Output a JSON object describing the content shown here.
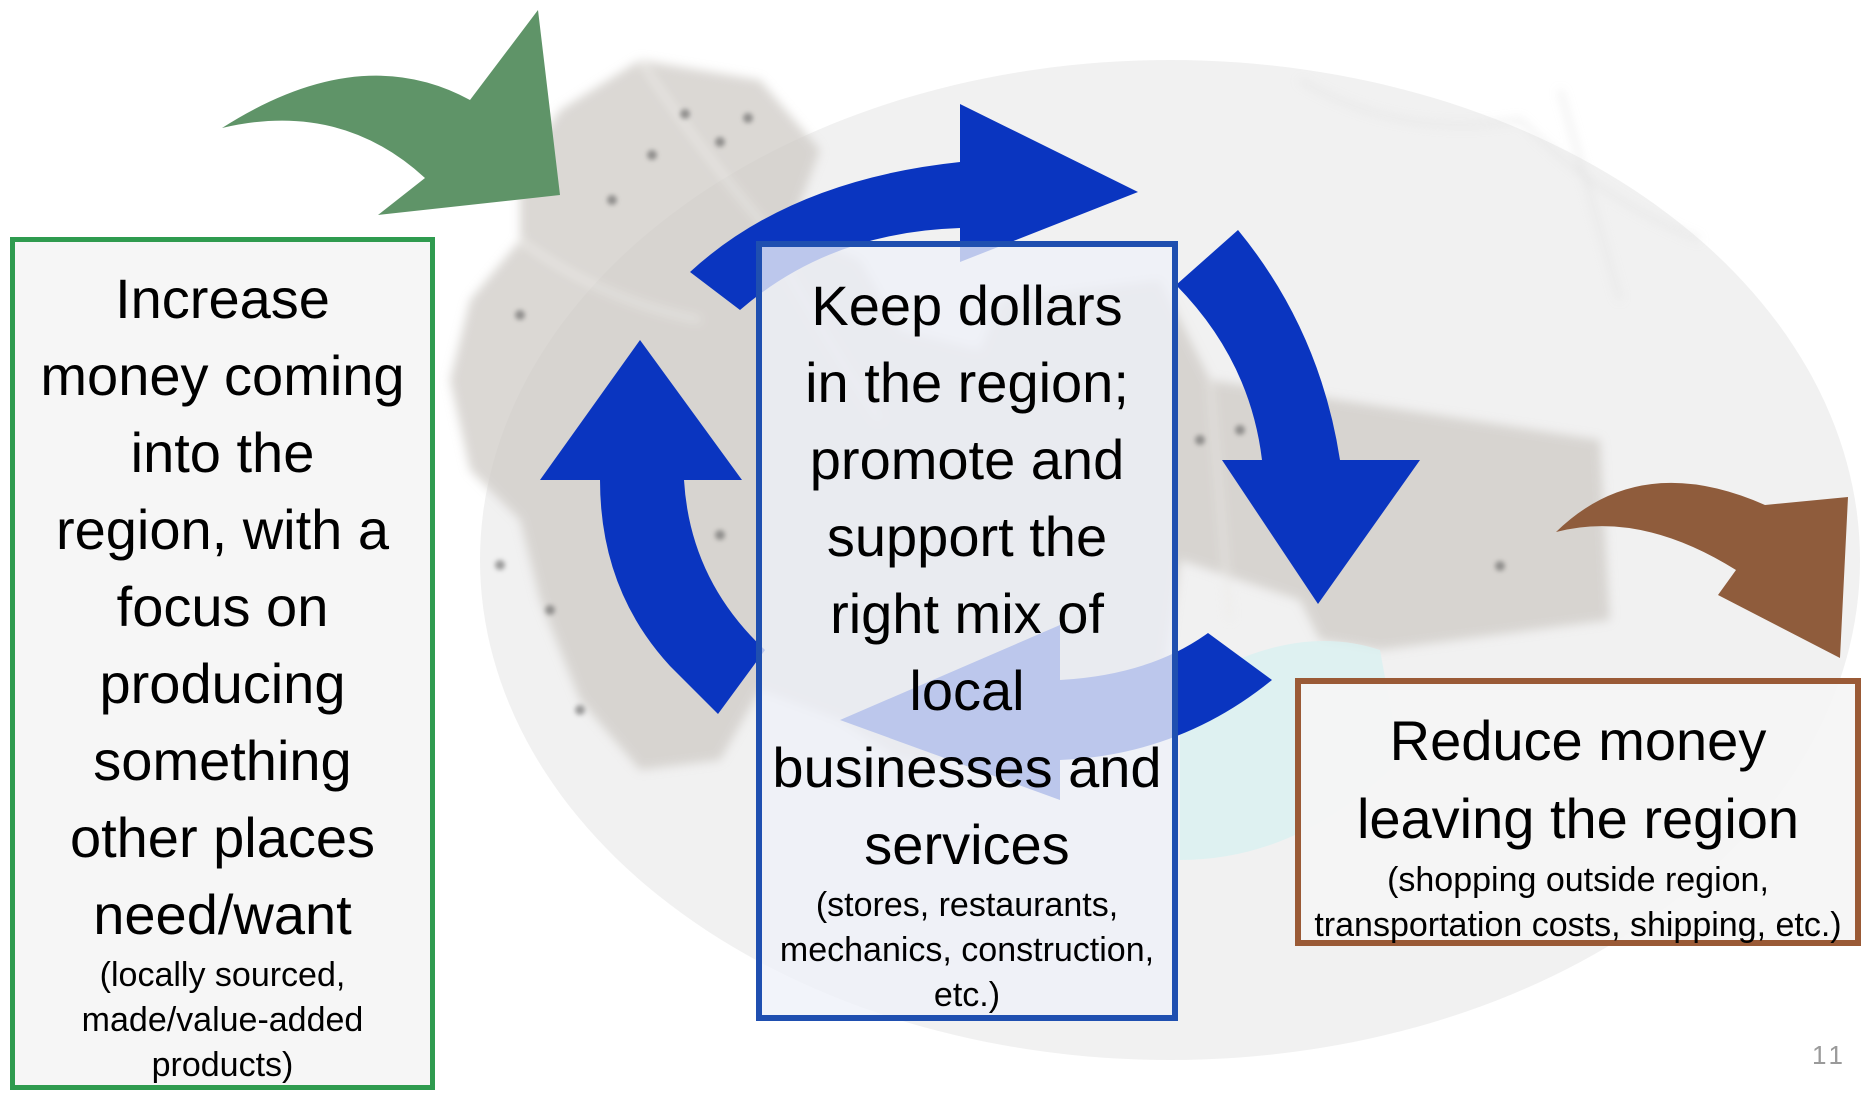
{
  "boxes": {
    "left": {
      "title": "Increase\nmoney coming\ninto the\nregion, with a\nfocus on\nproducing\nsomething\nother places\nneed/want",
      "detail": "(locally sourced,\nmade/value-added\nproducts)",
      "border_color": "#2f9b4f"
    },
    "center": {
      "title": "Keep dollars\nin the region;\npromote and\nsupport the\nright mix of\nlocal\nbusinesses and\nservices",
      "detail": "(stores, restaurants,\nmechanics, construction,\netc.)",
      "border_color": "#1f4fb0"
    },
    "right": {
      "title": "Reduce money\nleaving the region",
      "detail": "(shopping outside region,\ntransportation costs, shipping, etc.)",
      "border_color": "#9a5a36"
    }
  },
  "arrows": {
    "inflow_color": "#5f9468",
    "cycle_color": "#0a35c0",
    "outflow_color": "#8f5c3c"
  },
  "page_number": "11"
}
